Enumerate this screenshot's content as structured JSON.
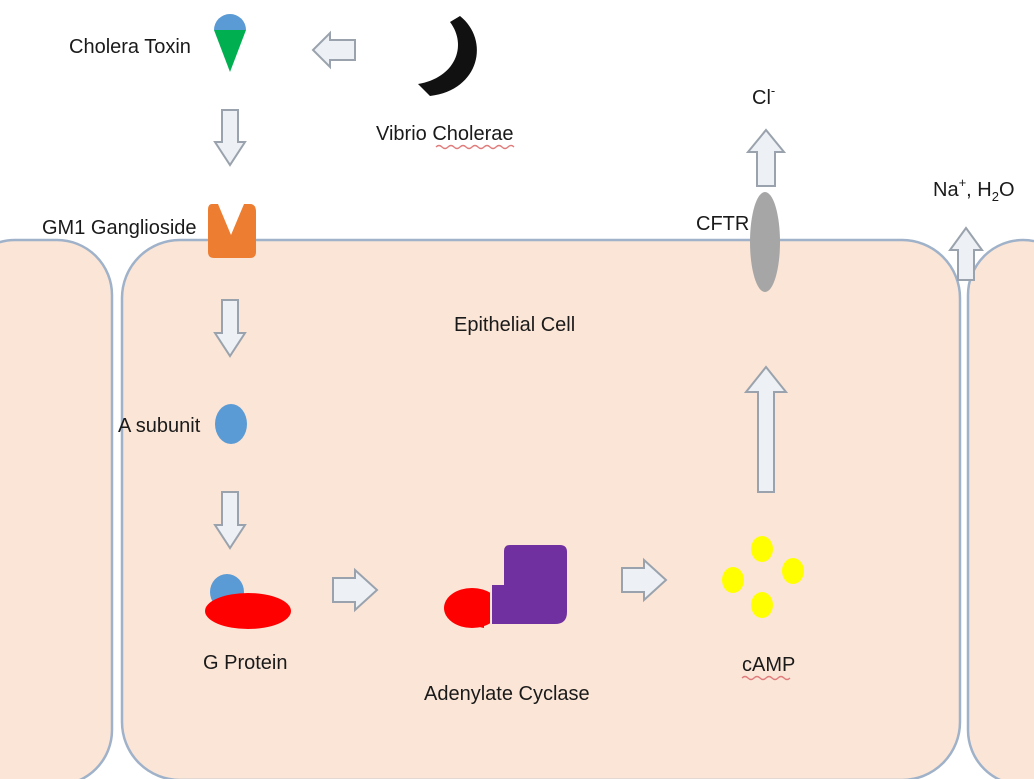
{
  "labels": {
    "cholera_toxin": "Cholera Toxin",
    "vibrio_cholerae_1": "Vibrio",
    "vibrio_cholerae_2": "Cholerae",
    "cftr": "CFTR",
    "chloride": "Cl",
    "chloride_sup": "-",
    "na": "Na",
    "na_sup": "+",
    "sep": ", H",
    "h2o_sub": "2",
    "h2o_o": "O",
    "gm1": "GM1 Ganglioside",
    "epithelial_cell": "Epithelial Cell",
    "a_subunit": "A subunit",
    "g_protein": "G Protein",
    "adenylate_cyclase": "Adenylate Cyclase",
    "camp": "cAMP"
  },
  "colors": {
    "cell_fill": "#fbe5d6",
    "cell_stroke": "#9fb2c9",
    "arrow_fill": "#edf0f4",
    "arrow_stroke": "#9aa3ad",
    "toxin_top": "#5b9bd5",
    "toxin_bottom": "#00b050",
    "ganglioside": "#ed7d31",
    "a_subunit": "#5b9bd5",
    "g_protein": "#ff0000",
    "adenylate_cyclase": "#7030a0",
    "camp": "#ffff00",
    "cftr": "#a6a6a6",
    "vibrio": "#111111"
  }
}
